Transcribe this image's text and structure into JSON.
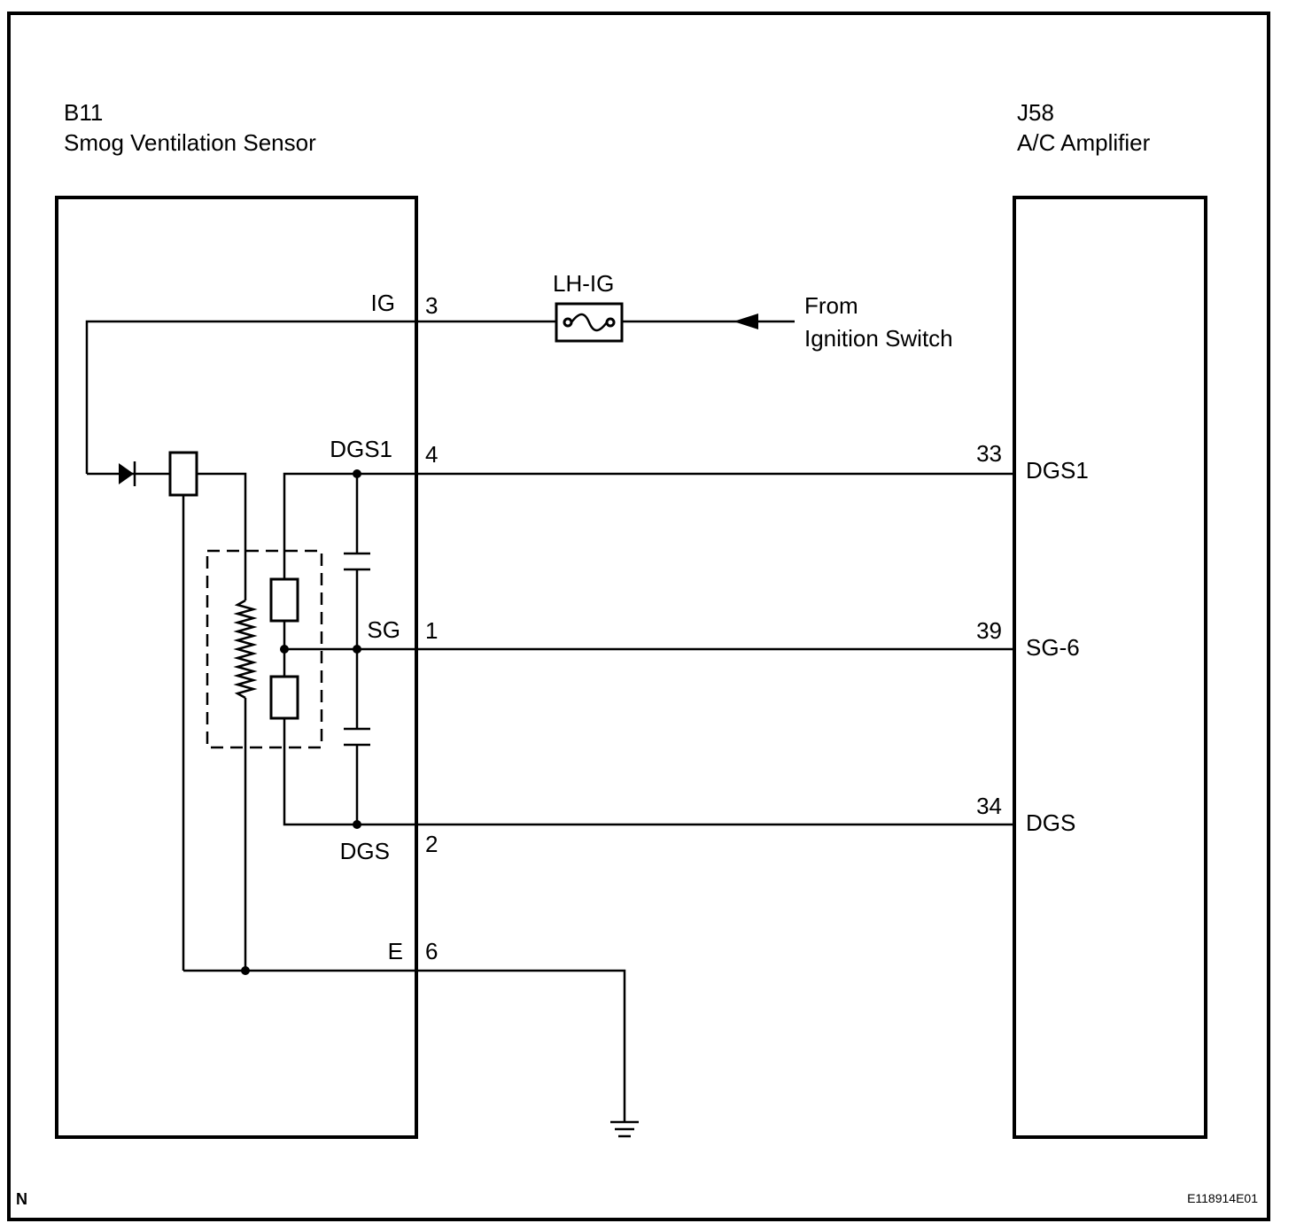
{
  "left_component": {
    "code": "B11",
    "name": "Smog Ventilation Sensor"
  },
  "right_component": {
    "code": "J58",
    "name": "A/C Amplifier"
  },
  "fuse": {
    "label": "LH-IG"
  },
  "source": {
    "line1": "From",
    "line2": "Ignition Switch"
  },
  "sensor_terminals": {
    "ig": {
      "name": "IG",
      "pin": "3"
    },
    "dgs1": {
      "name": "DGS1",
      "pin": "4"
    },
    "sg": {
      "name": "SG",
      "pin": "1"
    },
    "dgs": {
      "name": "DGS",
      "pin": "2"
    },
    "e": {
      "name": "E",
      "pin": "6"
    }
  },
  "amplifier_terminals": {
    "dgs1": {
      "name": "DGS1",
      "pin": "33"
    },
    "sg": {
      "name": "SG-6",
      "pin": "39"
    },
    "dgs": {
      "name": "DGS",
      "pin": "34"
    }
  },
  "footer": {
    "left": "N",
    "right": "E118914E01"
  },
  "colors": {
    "line": "#000000",
    "background": "#ffffff"
  }
}
